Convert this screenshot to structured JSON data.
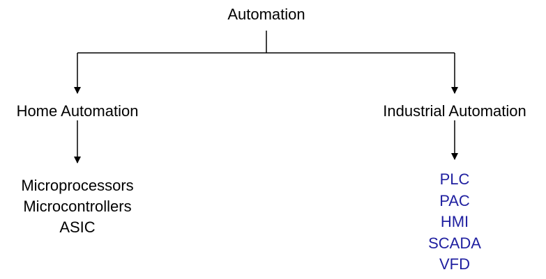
{
  "root": {
    "label": "Automation"
  },
  "left": {
    "label": "Home Automation",
    "items": [
      "Microprocessors",
      "Microcontrollers",
      "ASIC"
    ]
  },
  "right": {
    "label": "Industrial Automation",
    "items": [
      "PLC",
      "PAC",
      "HMI",
      "SCADA",
      "VFD"
    ]
  },
  "colors": {
    "text": "#000000",
    "right_items": "#1f1fa0",
    "lines": "#000000",
    "background": "#ffffff"
  }
}
